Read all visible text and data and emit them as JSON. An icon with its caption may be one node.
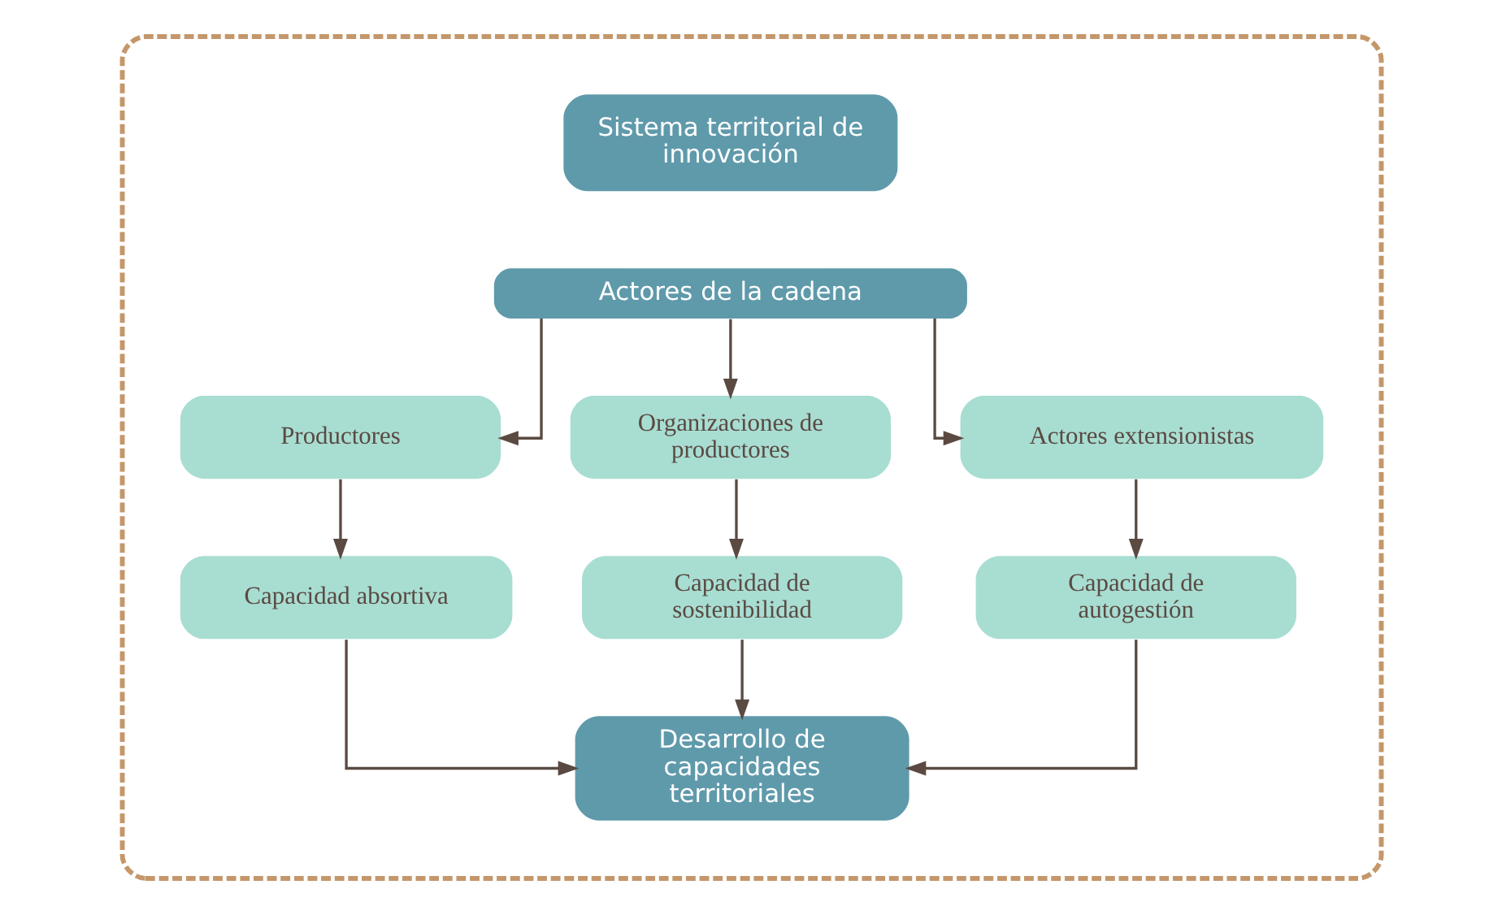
{
  "diagram": {
    "nodes": [
      {
        "text": [],
        "shape": "box"
      },
      {
        "text": [
          "Sistema territorial de innovación"
        ],
        "in": 0
      },
      {
        "text": [
          "Actores de la cadena"
        ],
        "in": 0
      },
      {
        "text": [
          "Productores"
        ],
        "in": 0
      },
      {
        "text": [
          "Organizaciones de productores"
        ],
        "in": 0
      },
      {
        "text": [
          "Actores extensionistas"
        ],
        "in": 0
      },
      {
        "text": [
          "Capacidad absortiva"
        ],
        "in": 0
      },
      {
        "text": [
          "Capacidad de sostenibilidad"
        ],
        "in": 0
      },
      {
        "text": [
          "Capacidad de autogestión"
        ],
        "in": 0
      },
      {
        "text": [
          "Desarrollo de capacidades territoriales"
        ],
        "in": 0
      }
    ],
    "edges": [
      {
        "from": 2,
        "to": 3,
        "arrow": "to"
      },
      {
        "from": 2,
        "to": 4,
        "arrow": "to"
      },
      {
        "from": 2,
        "to": 5,
        "arrow": "to"
      },
      {
        "from": 3,
        "to": 6,
        "arrow": "to"
      },
      {
        "from": 4,
        "to": 7,
        "arrow": "to"
      },
      {
        "from": 5,
        "to": 8,
        "arrow": "to"
      },
      {
        "from": 6,
        "to": 9,
        "arrow": "to"
      },
      {
        "from": 7,
        "to": 9,
        "arrow": "to"
      },
      {
        "from": 8,
        "to": 9,
        "arrow": "to"
      }
    ]
  }
}
